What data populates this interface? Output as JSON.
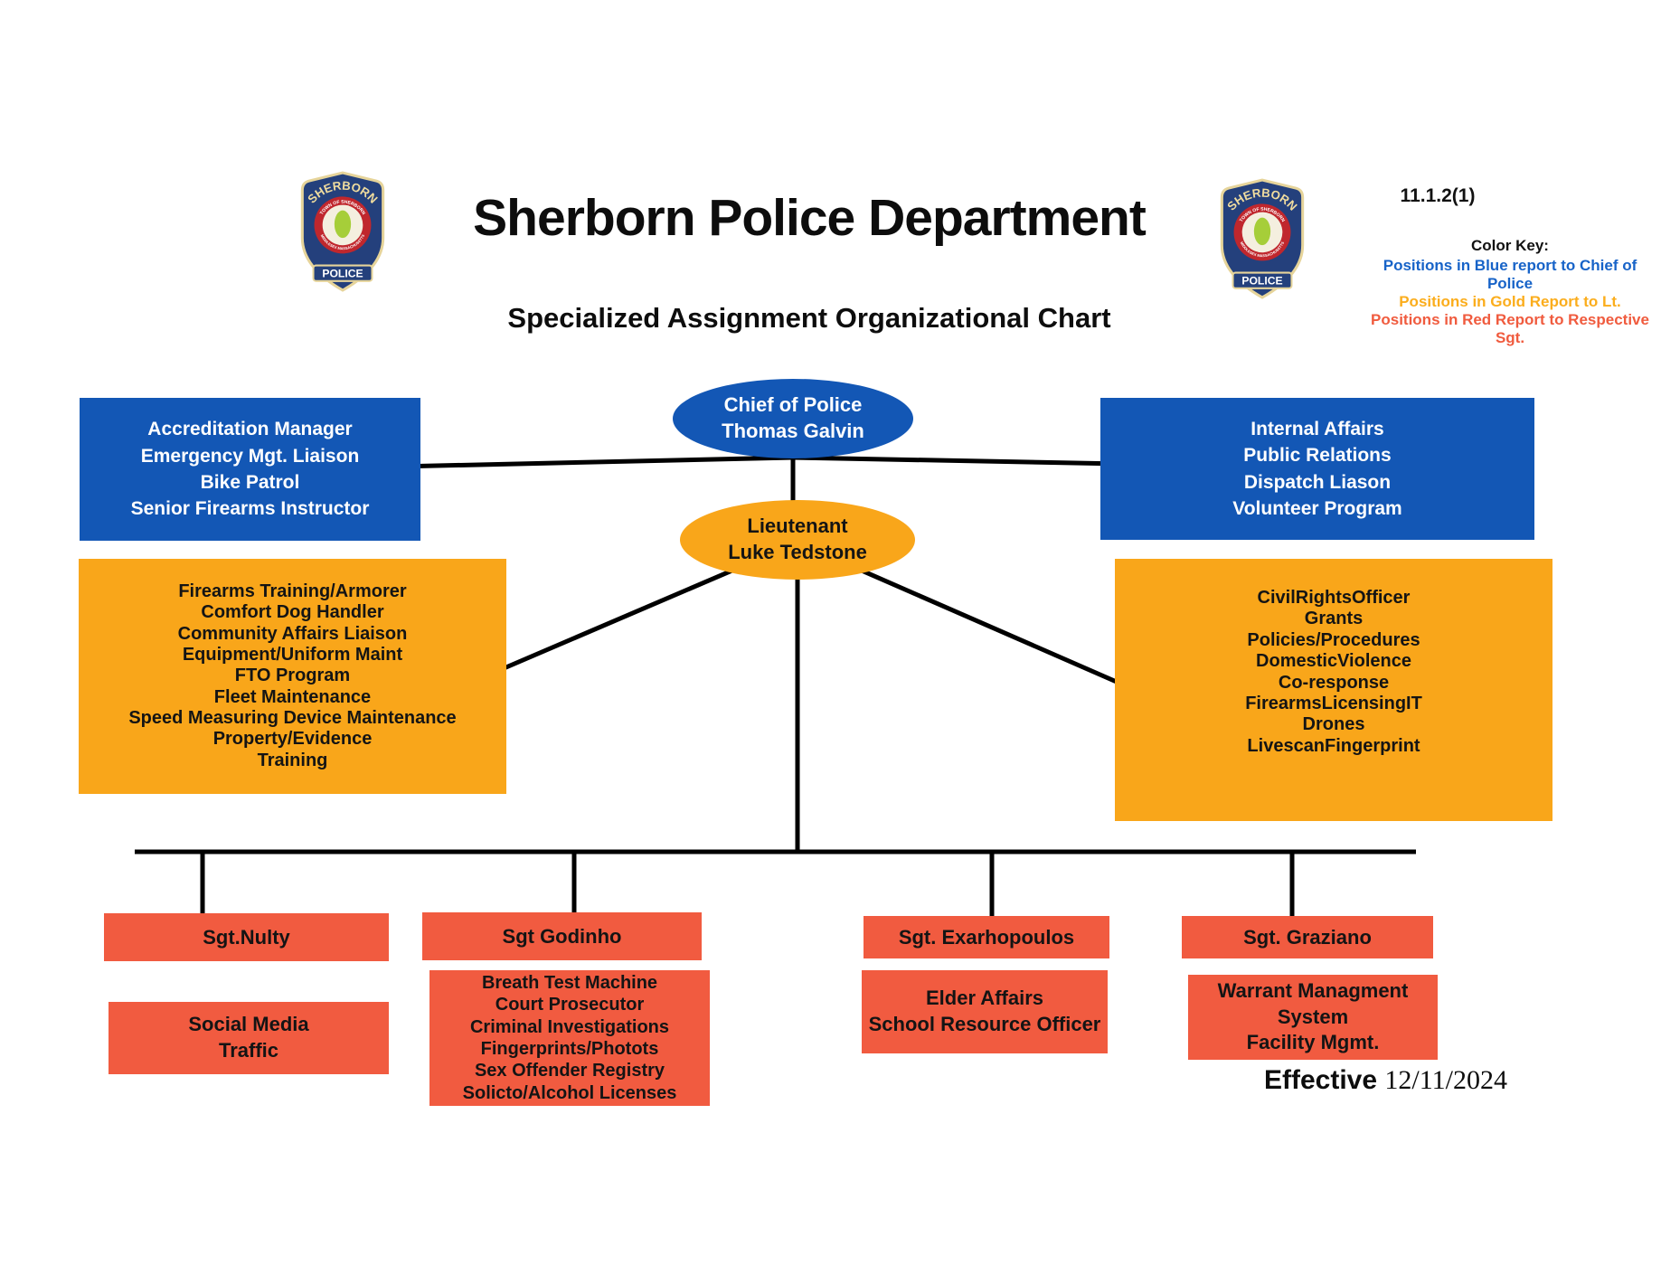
{
  "header": {
    "doc_number": "11.1.2(1)",
    "title": "Sherborn Police Department",
    "subtitle": "Specialized Assignment Organizational Chart",
    "badge": {
      "top": "SHERBORN",
      "ring_top": "TOWN OF SHERBORN",
      "ring_bottom": "MIDDLESEX MASSACHUSETTS",
      "bottom": "POLICE"
    },
    "color_key": {
      "title": "Color Key:",
      "blue_line": "Positions in Blue report to Chief of Police",
      "gold_line": "Positions in Gold Report to Lt.",
      "red_line": "Positions in Red Report to Respective Sgt."
    }
  },
  "colors": {
    "blue": "#1357b5",
    "gold": "#f9a61a",
    "red": "#f15b40"
  },
  "chart": {
    "chief": {
      "title": "Chief of Police",
      "name": "Thomas Galvin"
    },
    "lieutenant": {
      "title": "Lieutenant",
      "name": "Luke Tedstone"
    },
    "blue_left": [
      "Accreditation Manager",
      "Emergency Mgt. Liaison",
      "Bike Patrol",
      "Senior Firearms Instructor"
    ],
    "blue_right": [
      "Internal Affairs",
      "Public Relations",
      "Dispatch Liason",
      "Volunteer Program"
    ],
    "gold_left": [
      "Firearms Training/Armorer",
      "Comfort Dog Handler",
      "Community Affairs Liaison",
      "Equipment/Uniform Maint",
      "FTO Program",
      "Fleet Maintenance",
      "Speed Measuring Device Maintenance",
      "Property/Evidence",
      "Training"
    ],
    "gold_right": [
      "CivilRightsOfficer",
      "Grants",
      "Policies/Procedures",
      "DomesticViolence",
      "Co-response",
      "FirearmsLicensingIT",
      "Drones",
      "LivescanFingerprint"
    ],
    "sergeants": [
      {
        "name": "Sgt.Nulty",
        "duties": [
          "Social Media",
          "Traffic"
        ]
      },
      {
        "name": "Sgt Godinho",
        "duties": [
          "Breath Test Machine",
          "Court Prosecutor",
          "Criminal Investigations",
          "Fingerprints/Photots",
          "Sex Offender Registry",
          "Solicto/Alcohol Licenses"
        ]
      },
      {
        "name": "Sgt. Exarhopoulos",
        "duties": [
          "Elder Affairs",
          "School Resource Officer"
        ]
      },
      {
        "name": "Sgt. Graziano",
        "duties": [
          "Warrant Managment",
          "System",
          "Facility Mgmt."
        ]
      }
    ]
  },
  "footer": {
    "effective_label": "Effective",
    "effective_date": "12/11/2024"
  }
}
